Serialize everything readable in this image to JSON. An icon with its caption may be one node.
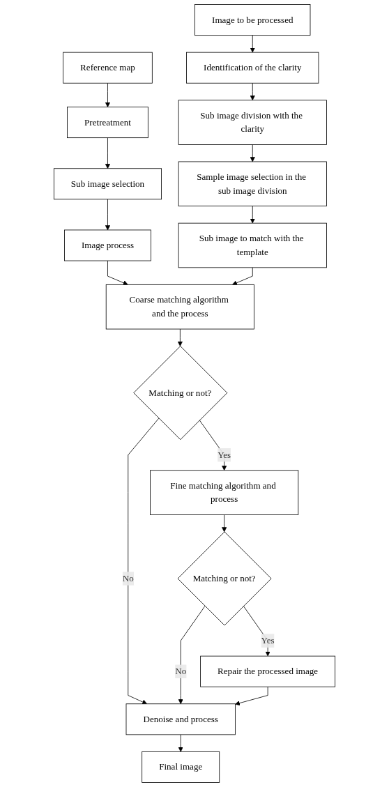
{
  "diagram": {
    "nodes": [
      {
        "text": [
          "Image to be processed"
        ]
      },
      {
        "text": [
          "Identification of the clarity"
        ]
      },
      {
        "text": [
          "Sub image division with the clarity"
        ]
      },
      {
        "text": [
          "Sample image selection in the sub image division"
        ]
      },
      {
        "text": [
          "Sub image to match with the template"
        ]
      },
      {
        "text": [
          "Reference map"
        ]
      },
      {
        "text": [
          "Pretreatment"
        ]
      },
      {
        "text": [
          "Sub image selection"
        ]
      },
      {
        "text": [
          "Image process"
        ]
      },
      {
        "text": [
          "Coarse matching algorithm and the process"
        ]
      },
      {
        "text": [
          "Matching or not?"
        ]
      },
      {
        "text": [
          "Fine matching algorithm and process"
        ]
      },
      {
        "text": [
          "Matching or not?"
        ]
      },
      {
        "text": [
          "Repair the processed image"
        ]
      },
      {
        "text": [
          "Denoise and process"
        ]
      },
      {
        "text": [
          "Final image"
        ]
      }
    ],
    "edges": [
      {
        "from": 0,
        "to": 1,
        "arrow": "to"
      },
      {
        "from": 1,
        "to": 2,
        "arrow": "to"
      },
      {
        "from": 2,
        "to": 3,
        "arrow": "to"
      },
      {
        "from": 3,
        "to": 4,
        "arrow": "to"
      },
      {
        "from": 5,
        "to": 6,
        "arrow": "to"
      },
      {
        "from": 6,
        "to": 7,
        "arrow": "to"
      },
      {
        "from": 7,
        "to": 8,
        "arrow": "to"
      },
      {
        "from": 8,
        "to": 9,
        "arrow": "to"
      },
      {
        "from": 4,
        "to": 9,
        "arrow": "to"
      },
      {
        "from": 9,
        "to": 10,
        "arrow": "to"
      },
      {
        "from": 10,
        "to": 11,
        "label": "Yes",
        "arrow": "to"
      },
      {
        "from": 10,
        "to": 14,
        "label": "No",
        "arrow": "to"
      },
      {
        "from": 11,
        "to": 12,
        "arrow": "to"
      },
      {
        "from": 12,
        "to": 13,
        "label": "Yes",
        "arrow": "to"
      },
      {
        "from": 12,
        "to": 14,
        "label": "No",
        "arrow": "to"
      },
      {
        "from": 13,
        "to": 14,
        "arrow": "to"
      },
      {
        "from": 14,
        "to": 15,
        "arrow": "to"
      }
    ]
  }
}
